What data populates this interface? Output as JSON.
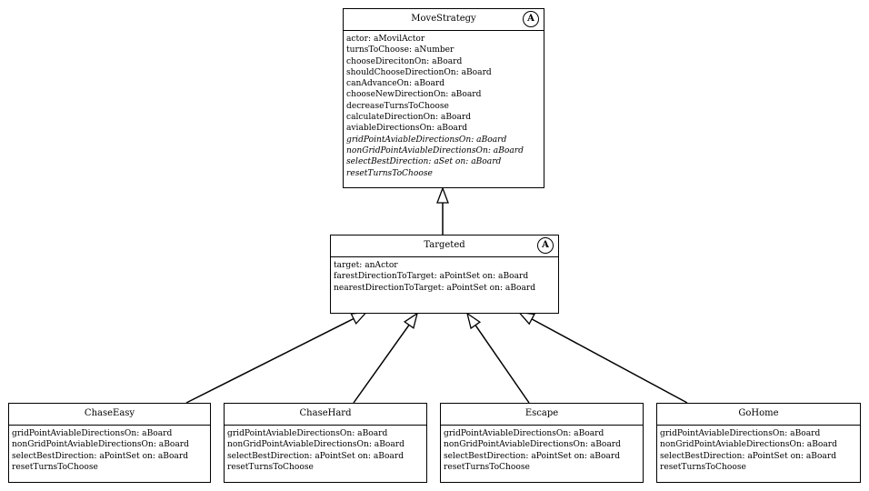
{
  "classes": {
    "move_strategy": {
      "name": "MoveStrategy",
      "abstract_badge": "A",
      "methods": [
        {
          "text": "actor: aMovilActor",
          "italic": false
        },
        {
          "text": "turnsToChoose: aNumber",
          "italic": false
        },
        {
          "text": "chooseDirecitonOn: aBoard",
          "italic": false
        },
        {
          "text": "shouldChooseDirectionOn: aBoard",
          "italic": false
        },
        {
          "text": "canAdvanceOn: aBoard",
          "italic": false
        },
        {
          "text": "chooseNewDirectionOn: aBoard",
          "italic": false
        },
        {
          "text": "decreaseTurnsToChoose",
          "italic": false
        },
        {
          "text": "calculateDirectionOn: aBoard",
          "italic": false
        },
        {
          "text": "aviableDirectionsOn: aBoard",
          "italic": false
        },
        {
          "text": "gridPointAviableDirectionsOn: aBoard",
          "italic": true
        },
        {
          "text": "nonGridPointAviableDirectionsOn: aBoard",
          "italic": true
        },
        {
          "text": "selectBestDirection: aSet on: aBoard",
          "italic": true
        },
        {
          "text": "resetTurnsToChoose",
          "italic": true
        }
      ]
    },
    "targeted": {
      "name": "Targeted",
      "abstract_badge": "A",
      "methods": [
        {
          "text": "target: anActor",
          "italic": false
        },
        {
          "text": "farestDirectionToTarget: aPointSet on: aBoard",
          "italic": false
        },
        {
          "text": "nearestDirectionToTarget: aPointSet on: aBoard",
          "italic": false
        }
      ]
    },
    "chase_easy": {
      "name": "ChaseEasy",
      "methods": [
        {
          "text": "gridPointAviableDirectionsOn: aBoard",
          "italic": false
        },
        {
          "text": "nonGridPointAviableDirectionsOn: aBoard",
          "italic": false
        },
        {
          "text": "selectBestDirection: aPointSet on: aBoard",
          "italic": false
        },
        {
          "text": "resetTurnsToChoose",
          "italic": false
        }
      ]
    },
    "chase_hard": {
      "name": "ChaseHard",
      "methods": [
        {
          "text": "gridPointAviableDirectionsOn: aBoard",
          "italic": false
        },
        {
          "text": "nonGridPointAviableDirectionsOn: aBoard",
          "italic": false
        },
        {
          "text": "selectBestDirection: aPointSet on: aBoard",
          "italic": false
        },
        {
          "text": "resetTurnsToChoose",
          "italic": false
        }
      ]
    },
    "escape": {
      "name": "Escape",
      "methods": [
        {
          "text": "gridPointAviableDirectionsOn: aBoard",
          "italic": false
        },
        {
          "text": "nonGridPointAviableDirectionsOn: aBoard",
          "italic": false
        },
        {
          "text": "selectBestDirection: aPointSet on: aBoard",
          "italic": false
        },
        {
          "text": "resetTurnsToChoose",
          "italic": false
        }
      ]
    },
    "go_home": {
      "name": "GoHome",
      "methods": [
        {
          "text": "gridPointAviableDirectionsOn: aBoard",
          "italic": false
        },
        {
          "text": "nonGridPointAviableDirectionsOn: aBoard",
          "italic": false
        },
        {
          "text": "selectBestDirection: aPointSet on: aBoard",
          "italic": false
        },
        {
          "text": "resetTurnsToChoose",
          "italic": false
        }
      ]
    }
  },
  "relations": [
    {
      "type": "inheritance",
      "child": "targeted",
      "parent": "move_strategy"
    },
    {
      "type": "inheritance",
      "child": "chase_easy",
      "parent": "targeted"
    },
    {
      "type": "inheritance",
      "child": "chase_hard",
      "parent": "targeted"
    },
    {
      "type": "inheritance",
      "child": "escape",
      "parent": "targeted"
    },
    {
      "type": "inheritance",
      "child": "go_home",
      "parent": "targeted"
    }
  ]
}
